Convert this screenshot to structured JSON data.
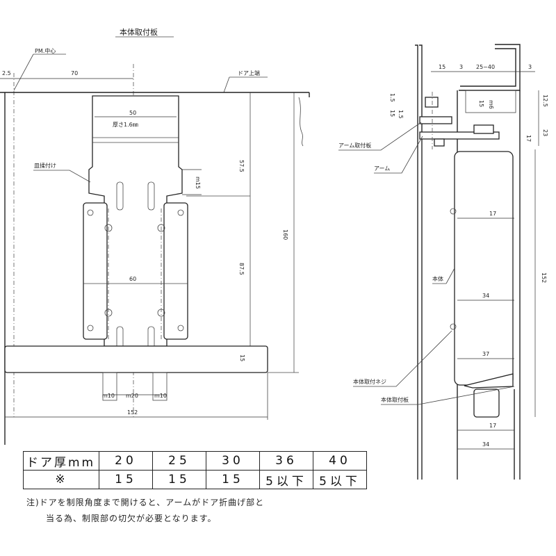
{
  "front": {
    "title": "本体取付板",
    "pm_label": "PM.中心",
    "door_top_label": "ドア上端",
    "label_kaishi": "皿揉付け",
    "dims": {
      "d2_5": "2.5",
      "d70": "70",
      "d50": "50",
      "thickness": "厚さ1.6㎜",
      "d57_5": "57.5",
      "m15": "m15",
      "d160": "160",
      "d60": "60",
      "d87_5": "87.5",
      "d15": "15",
      "m10a": "m10",
      "m20": "m20",
      "m10b": "m10",
      "d152": "152"
    }
  },
  "side": {
    "labels": {
      "arm_mount": "アーム取付板",
      "arm": "アーム",
      "body": "本体",
      "body_screw": "本体取付ネジ",
      "body_plate": "本体取付板"
    },
    "dims": {
      "d15a": "15",
      "d3a": "3",
      "d25_40": "25~40",
      "d3b": "3",
      "d12_5": "12.5",
      "d1_5": "1.5",
      "d15b": "15",
      "d1_5b": "1.5",
      "d15c": "15",
      "m_note": "m6",
      "d17a": "17",
      "d23": "23",
      "d17b": "17",
      "d152": "152",
      "d34a": "34",
      "d37": "37",
      "d17c": "17",
      "d34b": "34"
    }
  },
  "table": {
    "header_row1": "ドア厚mm",
    "header_row2": "※",
    "thicknesses": [
      "20",
      "25",
      "30",
      "36",
      "40"
    ],
    "values": [
      "15",
      "15",
      "15",
      "5以下",
      "5以下"
    ]
  },
  "note": {
    "line1": "注)ドアを制限角度まで開けると、アームがドア折曲げ部と",
    "line2": "当る為、制限部の切欠が必要となります。"
  }
}
